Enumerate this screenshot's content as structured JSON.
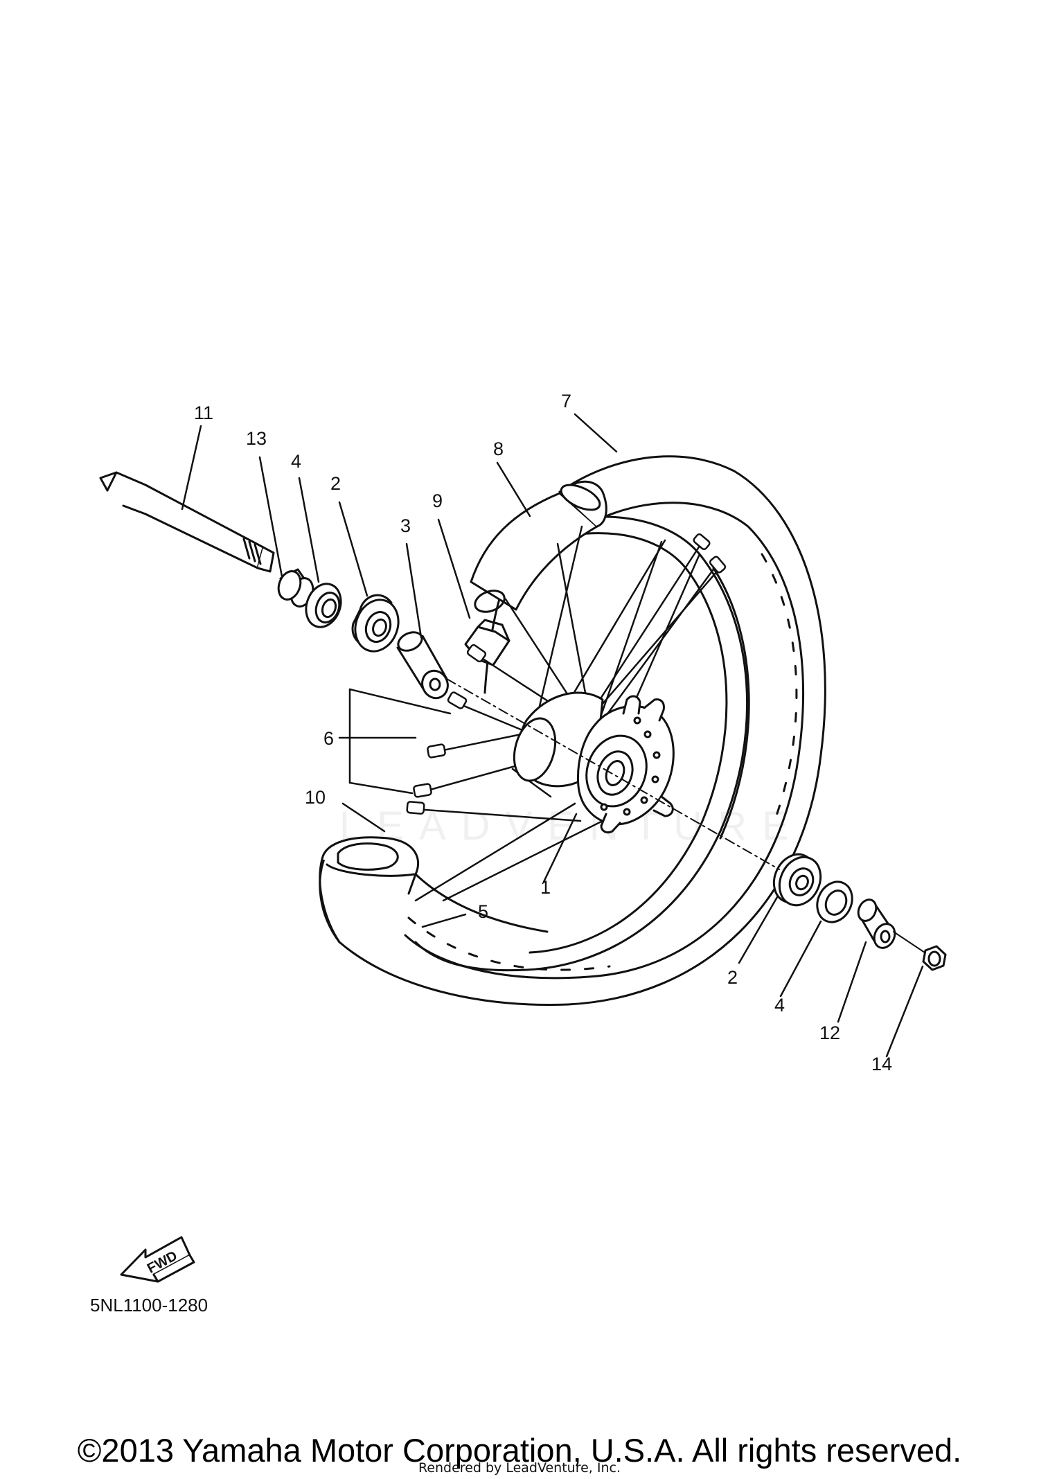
{
  "diagram": {
    "callouts": [
      "1",
      "2",
      "3",
      "4",
      "5",
      "6",
      "7",
      "8",
      "9",
      "10",
      "11",
      "12",
      "13",
      "14",
      "2",
      "4"
    ],
    "fwd_label": "FWD",
    "part_code": "5NL1100-1280",
    "watermark": "LEADVENTURE"
  },
  "footer": {
    "copyright": "©2013 Yamaha Motor Corporation, U.S.A. All rights reserved.",
    "rendered_by": "Rendered by LeadVenture, Inc."
  }
}
